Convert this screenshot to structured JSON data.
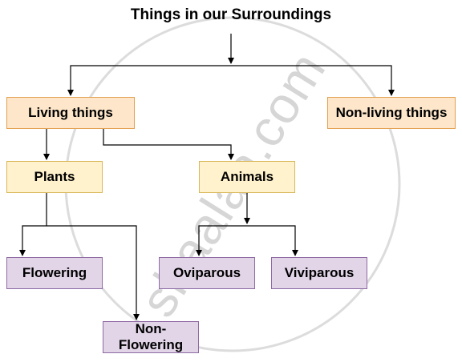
{
  "diagram": {
    "title": "Things in our Surroundings",
    "nodes": {
      "living": "Living things",
      "nonliving": "Non-living things",
      "plants": "Plants",
      "animals": "Animals",
      "flowering": "Flowering",
      "nonflowering_line1": "Non-",
      "nonflowering_line2": "Flowering",
      "oviparous": "Oviparous",
      "viviparous": "Viviparous"
    },
    "watermark": "shaalaa.com",
    "colors": {
      "level1_fill": "#fde6c9",
      "level2_fill": "#fff2cc",
      "level3_fill": "#e2d5e8",
      "arrow": "#000000"
    }
  }
}
